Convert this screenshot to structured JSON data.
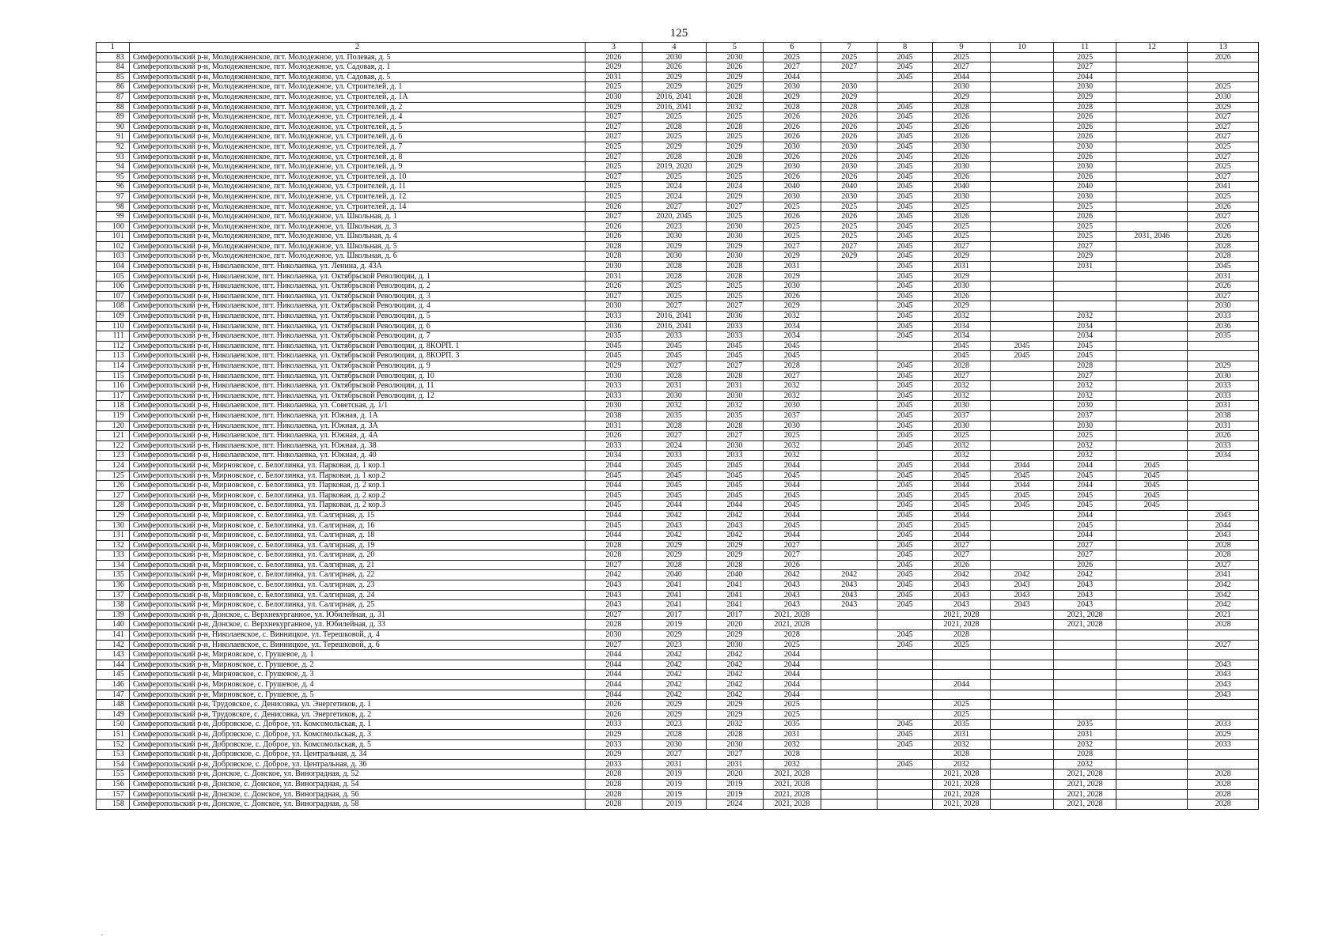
{
  "page_number": "125",
  "header": [
    "1",
    "2",
    "3",
    "4",
    "5",
    "6",
    "7",
    "8",
    "9",
    "10",
    "11",
    "12",
    "13"
  ],
  "rows": [
    [
      "83",
      "Симферопольский р-н, Молодежненское, пгт. Молодежное, ул. Полевая, д. 5",
      "2026",
      "2030",
      "2030",
      "2025",
      "2025",
      "2045",
      "2025",
      "",
      "2025",
      "",
      "2026"
    ],
    [
      "84",
      "Симферопольский р-н, Молодежненское, пгт. Молодежное, ул. Садовая, д. 1",
      "2029",
      "2026",
      "2026",
      "2027",
      "2027",
      "2045",
      "2027",
      "",
      "2027",
      "",
      ""
    ],
    [
      "85",
      "Симферопольский р-н, Молодежненское, пгт. Молодежное, ул. Садовая, д. 5",
      "2031",
      "2029",
      "2029",
      "2044",
      "",
      "2045",
      "2044",
      "",
      "2044",
      "",
      ""
    ],
    [
      "86",
      "Симферопольский р-н, Молодежненское, пгт. Молодежное, ул. Строителей, д. 1",
      "2025",
      "2029",
      "2029",
      "2030",
      "2030",
      "",
      "2030",
      "",
      "2030",
      "",
      "2025"
    ],
    [
      "87",
      "Симферопольский р-н, Молодежненское, пгт. Молодежное, ул. Строителей, д. 1А",
      "2030",
      "2016, 2041",
      "2028",
      "2029",
      "2029",
      "",
      "2029",
      "",
      "2029",
      "",
      "2030"
    ],
    [
      "88",
      "Симферопольский р-н, Молодежненское, пгт. Молодежное, ул. Строителей, д. 2",
      "2029",
      "2016, 2041",
      "2032",
      "2028",
      "2028",
      "2045",
      "2028",
      "",
      "2028",
      "",
      "2029"
    ],
    [
      "89",
      "Симферопольский р-н, Молодежненское, пгт. Молодежное, ул. Строителей, д. 4",
      "2027",
      "2025",
      "2025",
      "2026",
      "2026",
      "2045",
      "2026",
      "",
      "2026",
      "",
      "2027"
    ],
    [
      "90",
      "Симферопольский р-н, Молодежненское, пгт. Молодежное, ул. Строителей, д. 5",
      "2027",
      "2028",
      "2028",
      "2026",
      "2026",
      "2045",
      "2026",
      "",
      "2026",
      "",
      "2027"
    ],
    [
      "91",
      "Симферопольский р-н, Молодежненское, пгт. Молодежное, ул. Строителей, д. 6",
      "2027",
      "2025",
      "2025",
      "2026",
      "2026",
      "2045",
      "2026",
      "",
      "2026",
      "",
      "2027"
    ],
    [
      "92",
      "Симферопольский р-н, Молодежненское, пгт. Молодежное, ул. Строителей, д. 7",
      "2025",
      "2029",
      "2029",
      "2030",
      "2030",
      "2045",
      "2030",
      "",
      "2030",
      "",
      "2025"
    ],
    [
      "93",
      "Симферопольский р-н, Молодежненское, пгт. Молодежное, ул. Строителей, д. 8",
      "2027",
      "2028",
      "2028",
      "2026",
      "2026",
      "2045",
      "2026",
      "",
      "2026",
      "",
      "2027"
    ],
    [
      "94",
      "Симферопольский р-н, Молодежненское, пгт. Молодежное, ул. Строителей, д. 9",
      "2025",
      "2019, 2020",
      "2029",
      "2030",
      "2030",
      "2045",
      "2030",
      "",
      "2030",
      "",
      "2025"
    ],
    [
      "95",
      "Симферопольский р-н, Молодежненское, пгт. Молодежное, ул. Строителей, д. 10",
      "2027",
      "2025",
      "2025",
      "2026",
      "2026",
      "2045",
      "2026",
      "",
      "2026",
      "",
      "2027"
    ],
    [
      "96",
      "Симферопольский р-н, Молодежненское, пгт. Молодежное, ул. Строителей, д. 11",
      "2025",
      "2024",
      "2024",
      "2040",
      "2040",
      "2045",
      "2040",
      "",
      "2040",
      "",
      "2041"
    ],
    [
      "97",
      "Симферопольский р-н, Молодежненское, пгт. Молодежное, ул. Строителей, д. 12",
      "2025",
      "2024",
      "2029",
      "2030",
      "2030",
      "2045",
      "2030",
      "",
      "2030",
      "",
      "2025"
    ],
    [
      "98",
      "Симферопольский р-н, Молодежненское, пгт. Молодежное, ул. Строителей, д. 14",
      "2026",
      "2027",
      "2027",
      "2025",
      "2025",
      "2045",
      "2025",
      "",
      "2025",
      "",
      "2026"
    ],
    [
      "99",
      "Симферопольский р-н, Молодежненское, пгт. Молодежное, ул. Школьная, д. 1",
      "2027",
      "2020, 2045",
      "2025",
      "2026",
      "2026",
      "2045",
      "2026",
      "",
      "2026",
      "",
      "2027"
    ],
    [
      "100",
      "Симферопольский р-н, Молодежненское, пгт. Молодежное, ул. Школьная, д. 3",
      "2026",
      "2023",
      "2030",
      "2025",
      "2025",
      "2045",
      "2025",
      "",
      "2025",
      "",
      "2026"
    ],
    [
      "101",
      "Симферопольский р-н, Молодежненское, пгт. Молодежное, ул. Школьная, д. 4",
      "2026",
      "2030",
      "2030",
      "2025",
      "2025",
      "2045",
      "2025",
      "",
      "2025",
      "2031, 2046",
      "2026"
    ],
    [
      "102",
      "Симферопольский р-н, Молодежненское, пгт. Молодежное, ул. Школьная, д. 5",
      "2028",
      "2029",
      "2029",
      "2027",
      "2027",
      "2045",
      "2027",
      "",
      "2027",
      "",
      "2028"
    ],
    [
      "103",
      "Симферопольский р-н, Молодежненское, пгт. Молодежное, ул. Школьная, д. 6",
      "2028",
      "2030",
      "2030",
      "2029",
      "2029",
      "2045",
      "2029",
      "",
      "2029",
      "",
      "2028"
    ],
    [
      "104",
      "Симферопольский р-н, Николаевское, пгт. Николаевка, ул. Ленина, д. 43А",
      "2030",
      "2028",
      "2028",
      "2031",
      "",
      "2045",
      "2031",
      "",
      "2031",
      "",
      "2045"
    ],
    [
      "105",
      "Симферопольский р-н, Николаевское, пгт. Николаевка, ул. Октябрьской Революции, д. 1",
      "2031",
      "2028",
      "2028",
      "2029",
      "",
      "2045",
      "2029",
      "",
      "",
      "",
      "2031"
    ],
    [
      "106",
      "Симферопольский р-н, Николаевское, пгт. Николаевка, ул. Октябрьской Революции, д. 2",
      "2026",
      "2025",
      "2025",
      "2030",
      "",
      "2045",
      "2030",
      "",
      "",
      "",
      "2026"
    ],
    [
      "107",
      "Симферопольский р-н, Николаевское, пгт. Николаевка, ул. Октябрьской Революции, д. 3",
      "2027",
      "2025",
      "2025",
      "2026",
      "",
      "2045",
      "2026",
      "",
      "",
      "",
      "2027"
    ],
    [
      "108",
      "Симферопольский р-н, Николаевское, пгт. Николаевка, ул. Октябрьской Революции, д. 4",
      "2030",
      "2027",
      "2027",
      "2029",
      "",
      "2045",
      "2029",
      "",
      "",
      "",
      "2030"
    ],
    [
      "109",
      "Симферопольский р-н, Николаевское, пгт. Николаевка, ул. Октябрьской Революции, д. 5",
      "2033",
      "2016, 2041",
      "2036",
      "2032",
      "",
      "2045",
      "2032",
      "",
      "2032",
      "",
      "2033"
    ],
    [
      "110",
      "Симферопольский р-н, Николаевское, пгт. Николаевка, ул. Октябрьской Революции, д. 6",
      "2036",
      "2016, 2041",
      "2033",
      "2034",
      "",
      "2045",
      "2034",
      "",
      "2034",
      "",
      "2036"
    ],
    [
      "111",
      "Симферопольский р-н, Николаевское, пгт. Николаевка, ул. Октябрьской Революции, д. 7",
      "2035",
      "2033",
      "2033",
      "2034",
      "",
      "2045",
      "2034",
      "",
      "2034",
      "",
      "2035"
    ],
    [
      "112",
      "Симферопольский р-н, Николаевское, пгт. Николаевка, ул. Октябрьской Революции, д. 8КОРП. 1",
      "2045",
      "2045",
      "2045",
      "2045",
      "",
      "",
      "2045",
      "2045",
      "2045",
      "",
      ""
    ],
    [
      "113",
      "Симферопольский р-н, Николаевское, пгт. Николаевка, ул. Октябрьской Революции, д. 8КОРП. 3",
      "2045",
      "2045",
      "2045",
      "2045",
      "",
      "",
      "2045",
      "2045",
      "2045",
      "",
      ""
    ],
    [
      "114",
      "Симферопольский р-н, Николаевское, пгт. Николаевка, ул. Октябрьской Революции, д. 9",
      "2029",
      "2027",
      "2027",
      "2028",
      "",
      "2045",
      "2028",
      "",
      "2028",
      "",
      "2029"
    ],
    [
      "115",
      "Симферопольский р-н, Николаевское, пгт. Николаевка, ул. Октябрьской Революции, д. 10",
      "2030",
      "2028",
      "2028",
      "2027",
      "",
      "2045",
      "2027",
      "",
      "2027",
      "",
      "2030"
    ],
    [
      "116",
      "Симферопольский р-н, Николаевское, пгт. Николаевка, ул. Октябрьской Революции, д. 11",
      "2033",
      "2031",
      "2031",
      "2032",
      "",
      "2045",
      "2032",
      "",
      "2032",
      "",
      "2033"
    ],
    [
      "117",
      "Симферопольский р-н, Николаевское, пгт. Николаевка, ул. Октябрьской Революции, д. 12",
      "2033",
      "2030",
      "2030",
      "2032",
      "",
      "2045",
      "2032",
      "",
      "2032",
      "",
      "2033"
    ],
    [
      "118",
      "Симферопольский р-н, Николаевское, пгт. Николаевка, ул. Советская, д. 1/1",
      "2030",
      "2032",
      "2032",
      "2030",
      "",
      "2045",
      "2030",
      "",
      "2030",
      "",
      "2031"
    ],
    [
      "119",
      "Симферопольский р-н, Николаевское, пгт. Николаевка, ул. Южная, д. 1А",
      "2038",
      "2035",
      "2035",
      "2037",
      "",
      "2045",
      "2037",
      "",
      "2037",
      "",
      "2038"
    ],
    [
      "120",
      "Симферопольский р-н, Николаевское, пгт. Николаевка, ул. Южная, д. 3А",
      "2031",
      "2028",
      "2028",
      "2030",
      "",
      "2045",
      "2030",
      "",
      "2030",
      "",
      "2031"
    ],
    [
      "121",
      "Симферопольский р-н, Николаевское, пгт. Николаевка, ул. Южная, д. 4А",
      "2026",
      "2027",
      "2027",
      "2025",
      "",
      "2045",
      "2025",
      "",
      "2025",
      "",
      "2026"
    ],
    [
      "122",
      "Симферопольский р-н, Николаевское, пгт. Николаевка, ул. Южная, д. 38",
      "2033",
      "2024",
      "2030",
      "2032",
      "",
      "2045",
      "2032",
      "",
      "2032",
      "",
      "2033"
    ],
    [
      "123",
      "Симферопольский р-н, Николаевское, пгт. Николаевка, ул. Южная, д. 40",
      "2034",
      "2033",
      "2033",
      "2032",
      "",
      "",
      "2032",
      "",
      "2032",
      "",
      "2034"
    ],
    [
      "124",
      "Симферопольский р-н, Мирновское, с. Белоглинка, ул. Парковая, д. 1 кор.1",
      "2044",
      "2045",
      "2045",
      "2044",
      "",
      "2045",
      "2044",
      "2044",
      "2044",
      "2045",
      ""
    ],
    [
      "125",
      "Симферопольский р-н, Мирновское, с. Белоглинка, ул. Парковая, д. 1 кор.2",
      "2045",
      "2045",
      "2045",
      "2045",
      "",
      "2045",
      "2045",
      "2045",
      "2045",
      "2045",
      ""
    ],
    [
      "126",
      "Симферопольский р-н, Мирновское, с. Белоглинка, ул. Парковая, д. 2 кор.1",
      "2044",
      "2045",
      "2045",
      "2044",
      "",
      "2045",
      "2044",
      "2044",
      "2044",
      "2045",
      ""
    ],
    [
      "127",
      "Симферопольский р-н, Мирновское, с. Белоглинка, ул. Парковая, д. 2 кор.2",
      "2045",
      "2045",
      "2045",
      "2045",
      "",
      "2045",
      "2045",
      "2045",
      "2045",
      "2045",
      ""
    ],
    [
      "128",
      "Симферопольский р-н, Мирновское, с. Белоглинка, ул. Парковая, д. 2 кор.3",
      "2045",
      "2044",
      "2044",
      "2045",
      "",
      "2045",
      "2045",
      "2045",
      "2045",
      "2045",
      ""
    ],
    [
      "129",
      "Симферопольский р-н, Мирновское, с. Белоглинка, ул. Салгирная, д. 15",
      "2044",
      "2042",
      "2042",
      "2044",
      "",
      "2045",
      "2044",
      "",
      "2044",
      "",
      "2043"
    ],
    [
      "130",
      "Симферопольский р-н, Мирновское, с. Белоглинка, ул. Салгирная, д. 16",
      "2045",
      "2043",
      "2043",
      "2045",
      "",
      "2045",
      "2045",
      "",
      "2045",
      "",
      "2044"
    ],
    [
      "131",
      "Симферопольский р-н, Мирновское, с. Белоглинка, ул. Салгирная, д. 18",
      "2044",
      "2042",
      "2042",
      "2044",
      "",
      "2045",
      "2044",
      "",
      "2044",
      "",
      "2043"
    ],
    [
      "132",
      "Симферопольский р-н, Мирновское, с. Белоглинка, ул. Салгирная, д. 19",
      "2028",
      "2029",
      "2029",
      "2027",
      "",
      "2045",
      "2027",
      "",
      "2027",
      "",
      "2028"
    ],
    [
      "133",
      "Симферопольский р-н, Мирновское, с. Белоглинка, ул. Салгирная, д. 20",
      "2028",
      "2029",
      "2029",
      "2027",
      "",
      "2045",
      "2027",
      "",
      "2027",
      "",
      "2028"
    ],
    [
      "134",
      "Симферопольский р-н, Мирновское, с. Белоглинка, ул. Салгирная, д. 21",
      "2027",
      "2028",
      "2028",
      "2026",
      "",
      "2045",
      "2026",
      "",
      "2026",
      "",
      "2027"
    ],
    [
      "135",
      "Симферопольский р-н, Мирновское, с. Белоглинка, ул. Салгирная, д. 22",
      "2042",
      "2040",
      "2040",
      "2042",
      "2042",
      "2045",
      "2042",
      "2042",
      "2042",
      "",
      "2041"
    ],
    [
      "136",
      "Симферопольский р-н, Мирновское, с. Белоглинка, ул. Салгирная, д. 23",
      "2043",
      "2041",
      "2041",
      "2043",
      "2043",
      "2045",
      "2043",
      "2043",
      "2043",
      "",
      "2042"
    ],
    [
      "137",
      "Симферопольский р-н, Мирновское, с. Белоглинка, ул. Салгирная, д. 24",
      "2043",
      "2041",
      "2041",
      "2043",
      "2043",
      "2045",
      "2043",
      "2043",
      "2043",
      "",
      "2042"
    ],
    [
      "138",
      "Симферопольский р-н, Мирновское, с. Белоглинка, ул. Салгирная, д. 25",
      "2043",
      "2041",
      "2041",
      "2043",
      "2043",
      "2045",
      "2043",
      "2043",
      "2043",
      "",
      "2042"
    ],
    [
      "139",
      "Симферопольский р-н, Донское, с. Верхнекурганное, ул. Юбилейная, д. 31",
      "2027",
      "2017",
      "2017",
      "2021, 2028",
      "",
      "",
      "2021, 2028",
      "",
      "2021, 2028",
      "",
      "2021"
    ],
    [
      "140",
      "Симферопольский р-н, Донское, с. Верхнекурганное, ул. Юбилейная, д. 33",
      "2028",
      "2019",
      "2020",
      "2021, 2028",
      "",
      "",
      "2021, 2028",
      "",
      "2021, 2028",
      "",
      "2028"
    ],
    [
      "141",
      "Симферопольский р-н, Николаевское, с. Винницкое, ул. Терешковой, д. 4",
      "2030",
      "2029",
      "2029",
      "2028",
      "",
      "2045",
      "2028",
      "",
      "",
      "",
      ""
    ],
    [
      "142",
      "Симферопольский р-н, Николаевское, с. Винницкое, ул. Терешковой, д. 6",
      "2027",
      "2023",
      "2030",
      "2025",
      "",
      "2045",
      "2025",
      "",
      "",
      "",
      "2027"
    ],
    [
      "143",
      "Симферопольский р-н, Мирновское, с. Грушевое, д. 1",
      "2044",
      "2042",
      "2042",
      "2044",
      "",
      "",
      "",
      "",
      "",
      "",
      ""
    ],
    [
      "144",
      "Симферопольский р-н, Мирновское, с. Грушевое, д. 2",
      "2044",
      "2042",
      "2042",
      "2044",
      "",
      "",
      "",
      "",
      "",
      "",
      "2043"
    ],
    [
      "145",
      "Симферопольский р-н, Мирновское, с. Грушевое, д. 3",
      "2044",
      "2042",
      "2042",
      "2044",
      "",
      "",
      "",
      "",
      "",
      "",
      "2043"
    ],
    [
      "146",
      "Симферопольский р-н, Мирновское, с. Грушевое, д. 4",
      "2044",
      "2042",
      "2042",
      "2044",
      "",
      "",
      "2044",
      "",
      "",
      "",
      "2043"
    ],
    [
      "147",
      "Симферопольский р-н, Мирновское, с. Грушевое, д. 5",
      "2044",
      "2042",
      "2042",
      "2044",
      "",
      "",
      "",
      "",
      "",
      "",
      "2043"
    ],
    [
      "148",
      "Симферопольский р-н, Трудовское, с. Денисовка, ул. Энергетиков, д. 1",
      "2026",
      "2029",
      "2029",
      "2025",
      "",
      "",
      "2025",
      "",
      "",
      "",
      ""
    ],
    [
      "149",
      "Симферопольский р-н, Трудовское, с. Денисовка, ул. Энергетиков, д. 2",
      "2026",
      "2029",
      "2029",
      "2025",
      "",
      "",
      "2025",
      "",
      "",
      "",
      ""
    ],
    [
      "150",
      "Симферопольский р-н, Добровское, с. Доброе, ул. Комсомольская, д. 1",
      "2033",
      "2023",
      "2032",
      "2035",
      "",
      "2045",
      "2035",
      "",
      "2035",
      "",
      "2033"
    ],
    [
      "151",
      "Симферопольский р-н, Добровское, с. Доброе, ул. Комсомольская, д. 3",
      "2029",
      "2028",
      "2028",
      "2031",
      "",
      "2045",
      "2031",
      "",
      "2031",
      "",
      "2029"
    ],
    [
      "152",
      "Симферопольский р-н, Добровское, с. Доброе, ул. Комсомольская, д. 5",
      "2033",
      "2030",
      "2030",
      "2032",
      "",
      "2045",
      "2032",
      "",
      "2032",
      "",
      "2033"
    ],
    [
      "153",
      "Симферопольский р-н, Добровское, с. Доброе, ул. Центральная, д. 34",
      "2029",
      "2027",
      "2027",
      "2028",
      "",
      "",
      "2028",
      "",
      "2028",
      "",
      ""
    ],
    [
      "154",
      "Симферопольский р-н, Добровское, с. Доброе, ул. Центральная, д. 36",
      "2033",
      "2031",
      "2031",
      "2032",
      "",
      "2045",
      "2032",
      "",
      "2032",
      "",
      ""
    ],
    [
      "155",
      "Симферопольский р-н, Донское, с. Донское, ул. Виноградная, д. 52",
      "2028",
      "2019",
      "2020",
      "2021, 2028",
      "",
      "",
      "2021, 2028",
      "",
      "2021, 2028",
      "",
      "2028"
    ],
    [
      "156",
      "Симферопольский р-н, Донское, с. Донское, ул. Виноградная, д. 54",
      "2028",
      "2019",
      "2019",
      "2021, 2028",
      "",
      "",
      "2021, 2028",
      "",
      "2021, 2028",
      "",
      "2028"
    ],
    [
      "157",
      "Симферопольский р-н, Донское, с. Донское, ул. Виноградная, д. 56",
      "2028",
      "2019",
      "2019",
      "2021, 2028",
      "",
      "",
      "2021, 2028",
      "",
      "2021, 2028",
      "",
      "2028"
    ],
    [
      "158",
      "Симферопольский р-н, Донское, с. Донское, ул. Виноградная, д. 58",
      "2028",
      "2019",
      "2024",
      "2021, 2028",
      "",
      "",
      "2021, 2028",
      "",
      "2021, 2028",
      "",
      "2028"
    ]
  ]
}
